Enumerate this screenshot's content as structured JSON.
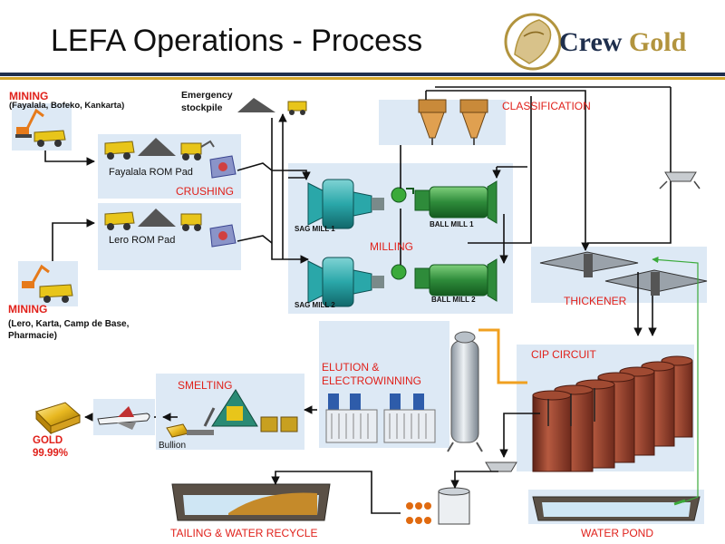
{
  "title": "LEFA Operations - Process",
  "logo": {
    "word1": "Crew",
    "word2": "Gold"
  },
  "labels": {
    "mining_top": "MINING",
    "mining_top_sub": "(Fayalala,  Bofeko, Kankarta)",
    "emergency_stockpile": "Emergency\nstockpile",
    "fayalala_rom": "Fayalala  ROM Pad",
    "crushing": "CRUSHING",
    "lero_rom": "Lero ROM Pad",
    "mining_bottom": "MINING",
    "mining_bottom_sub": "(Lero, Karta, Camp de Base,\nPharmacie)",
    "sag_mill_1": "SAG MILL 1",
    "sag_mill_2": "SAG MILL 2",
    "ball_mill_1": "BALL MILL 1",
    "ball_mill_2": "BALL MILL 2",
    "milling": "MILLING",
    "classification": "CLASSIFICATION",
    "thickener": "THICKENER",
    "cip_circuit": "CIP CIRCUIT",
    "elution": "ELUTION &\nELECTROWINNING",
    "smelting": "SMELTING",
    "bullion": "Bullion",
    "gold": "GOLD\n99.99%",
    "tailing": "TAILING & WATER RECYCLE",
    "water_pond": "WATER POND"
  },
  "colors": {
    "accent_red": "#e0211b",
    "navy_band": "#1f2f4d",
    "gold_band": "#d4a62a",
    "panel_bg": "#dde9f5",
    "mill_teal": "#2aa7a9",
    "ball_green": "#2e8b3a",
    "tank_brown": "#8b3a2a",
    "pipe_orange": "#f0a020",
    "return_line": "#3aaa3a"
  },
  "icons": [
    "gold-bar-icon",
    "airplane-icon",
    "haul-truck-icon",
    "excavator-icon",
    "loader-icon",
    "ore-pile-icon",
    "crusher-icon",
    "cyclone-icon",
    "pump-icon",
    "sag-mill-icon",
    "ball-mill-icon",
    "thickener-icon",
    "cip-tank-icon",
    "elution-column-icon",
    "electrowinning-cell-icon",
    "furnace-icon",
    "screen-icon",
    "tailings-dam-icon",
    "water-pond-icon",
    "crew-gold-lion-logo-icon"
  ]
}
